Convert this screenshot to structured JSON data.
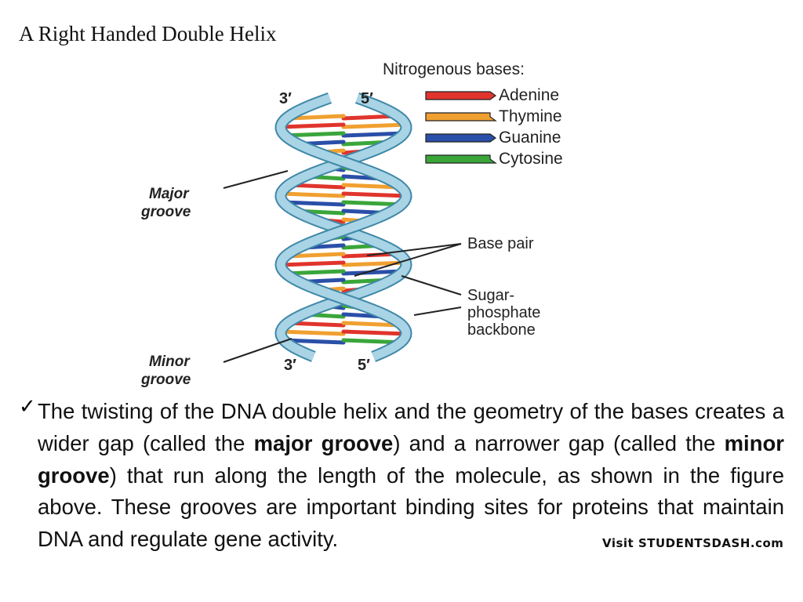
{
  "title": "A Right Handed Double Helix",
  "figure": {
    "legend_title": "Nitrogenous bases:",
    "bases": [
      {
        "name": "Adenine",
        "color": "#e0342c"
      },
      {
        "name": "Thymine",
        "color": "#f0a030"
      },
      {
        "name": "Guanine",
        "color": "#2a4fa8"
      },
      {
        "name": "Cytosine",
        "color": "#3aa63a"
      }
    ],
    "backbone_color": "#a9d4e6",
    "backbone_edge_color": "#3f88a8",
    "major_groove_label": [
      "Major",
      "groove"
    ],
    "minor_groove_label": [
      "Minor",
      "groove"
    ],
    "base_pair_label": "Base pair",
    "backbone_label": [
      "Sugar-",
      "phosphate",
      "backbone"
    ],
    "top_left_end": "3′",
    "top_right_end": "5′",
    "bottom_left_end": "3′",
    "bottom_right_end": "5′"
  },
  "body": {
    "bullet": "✓",
    "p1": "The twisting of the DNA double helix and the geometry of the bases creates a wider gap (called the ",
    "b1": "major groove",
    "p2": ") and a narrower gap (called the ",
    "b2": "minor groove",
    "p3": ") that run along the length of the molecule, as shown in the figure above. These grooves are important binding sites for proteins that maintain DNA and regulate gene activity."
  },
  "watermark": "Visit STUDENTSDASH.com"
}
